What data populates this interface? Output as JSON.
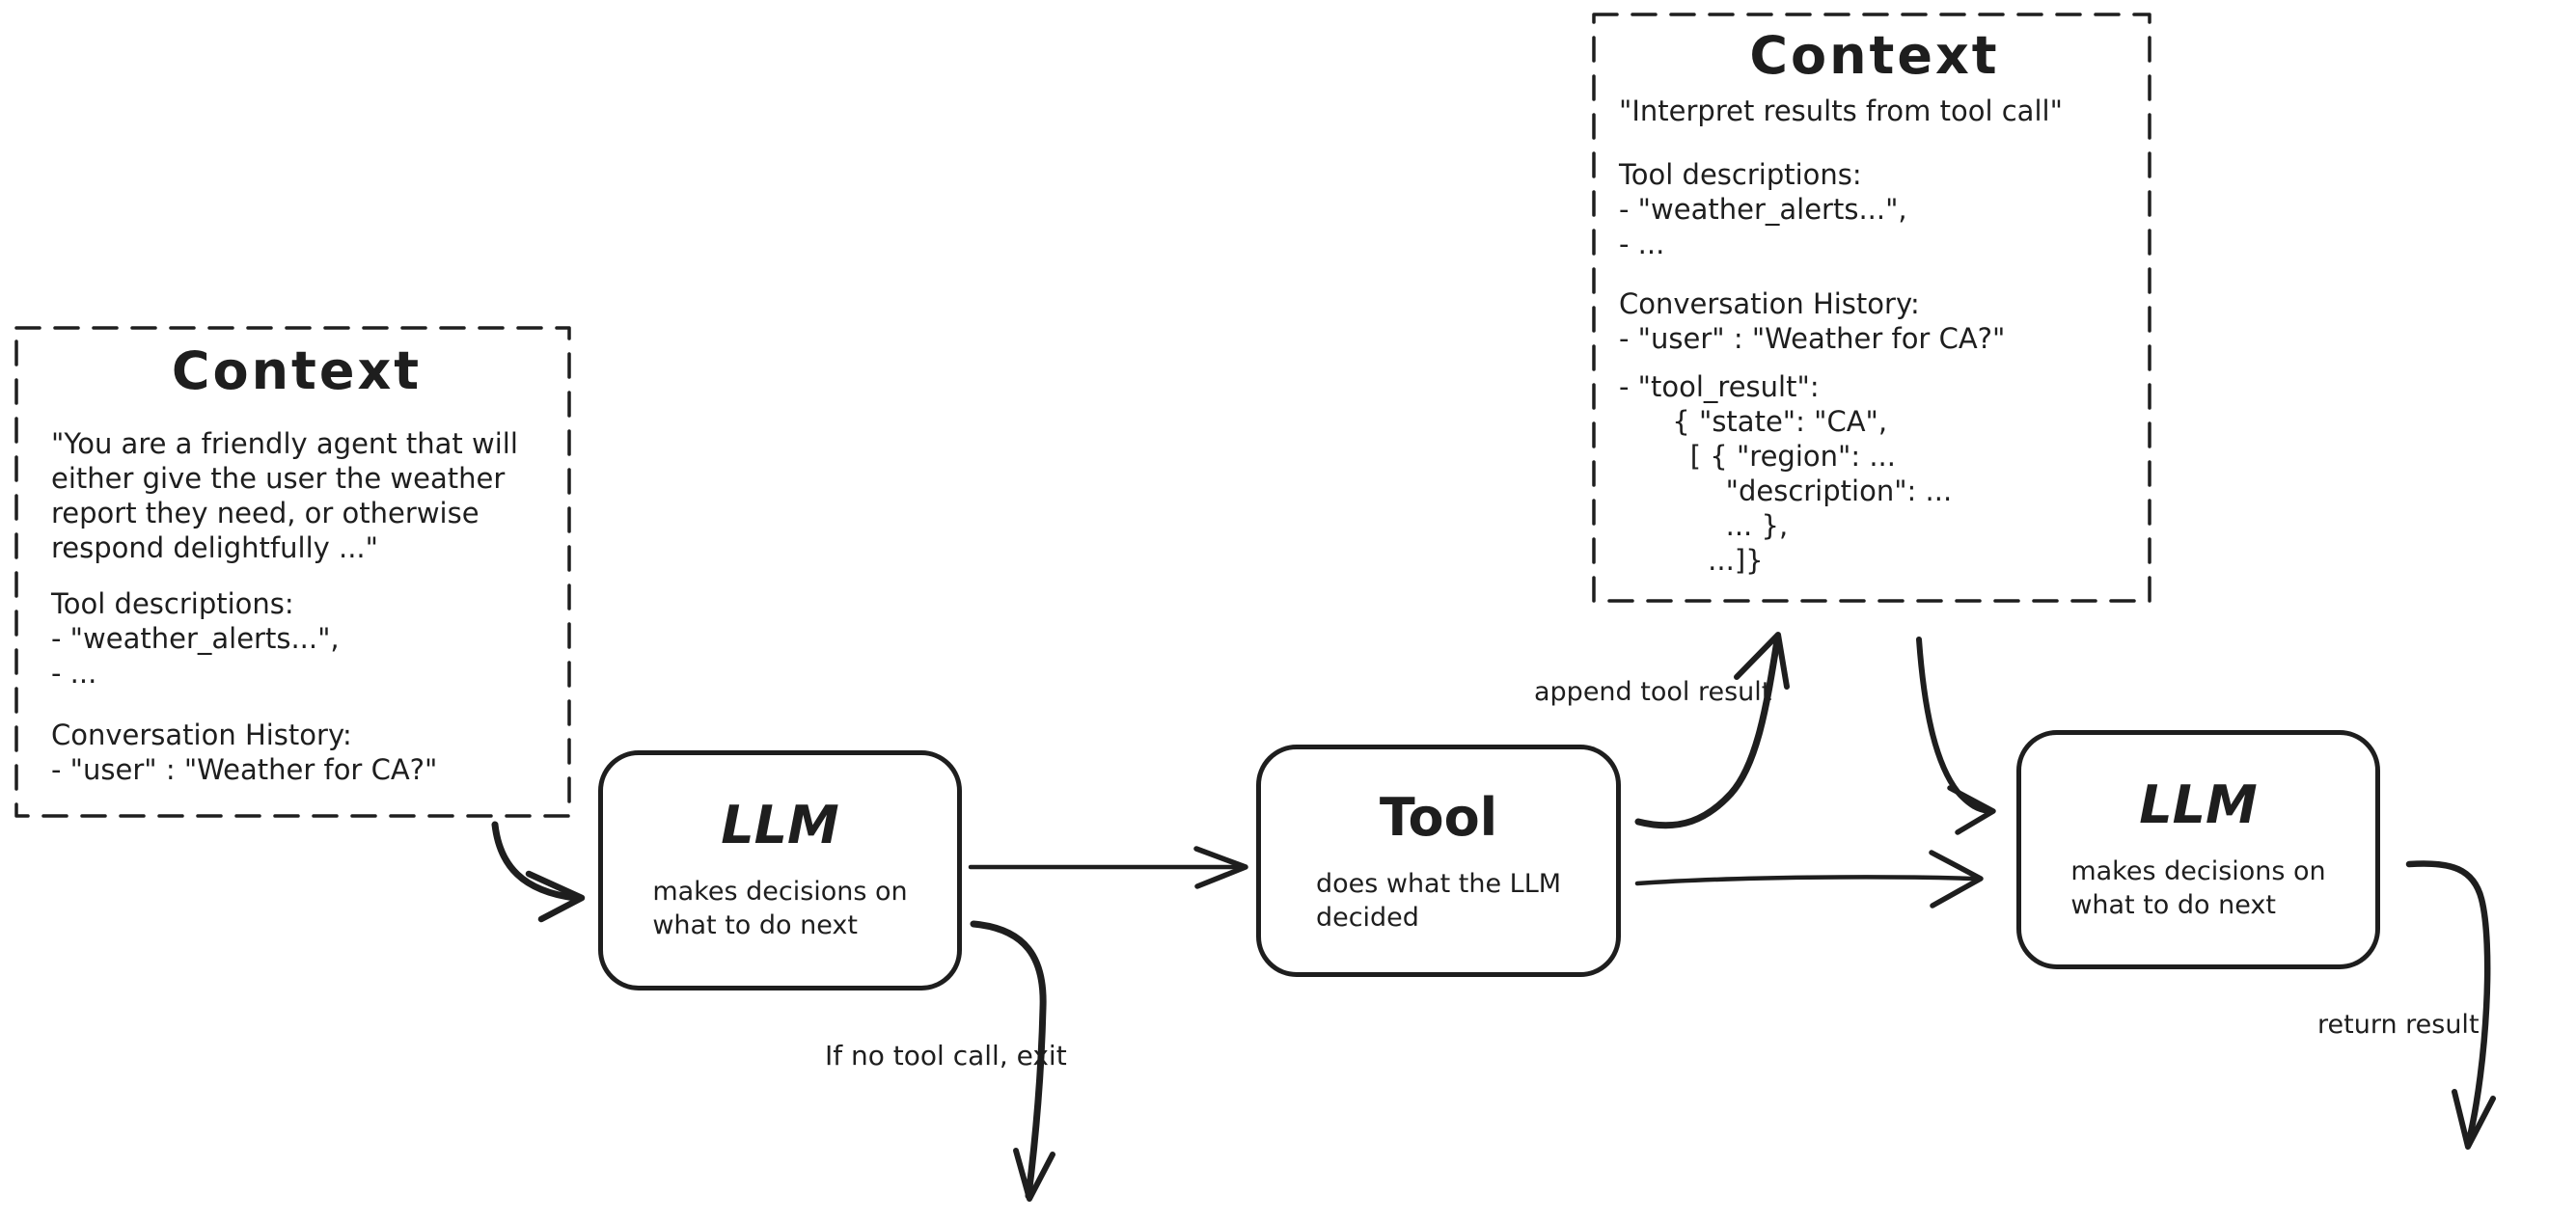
{
  "canvas": {
    "background": "#ffffff",
    "ink": "#1e1e1e"
  },
  "context_left": {
    "title": "Context",
    "system_prompt": "\"You are a friendly agent that will\neither give the user the weather\nreport they need, or otherwise\nrespond delightfully ...\"",
    "tool_descriptions": "Tool descriptions:\n- \"weather_alerts...\",\n- ...",
    "conversation_history": "Conversation History:\n- \"user\" : \"Weather for CA?\""
  },
  "context_top": {
    "title": "Context",
    "intro": "\"Interpret results from tool call\"",
    "tool_descriptions": "Tool descriptions:\n- \"weather_alerts...\",\n- ...",
    "conversation_history": "Conversation History:\n- \"user\" : \"Weather for CA?\"",
    "tool_result": "- \"tool_result\":\n      { \"state\": \"CA\",\n        [ { \"region\": ...\n            \"description\": ...\n            ... },\n          ...]}"
  },
  "nodes": {
    "llm1": {
      "title": "LLM",
      "subtitle": "makes decisions on\nwhat to do next"
    },
    "tool": {
      "title": "Tool",
      "subtitle": "does what the LLM\ndecided"
    },
    "llm2": {
      "title": "LLM",
      "subtitle": "makes decisions on\nwhat to do next"
    }
  },
  "labels": {
    "append_tool_result": "append tool result",
    "no_tool_exit": "If no tool call, exit",
    "return_result": "return result"
  }
}
